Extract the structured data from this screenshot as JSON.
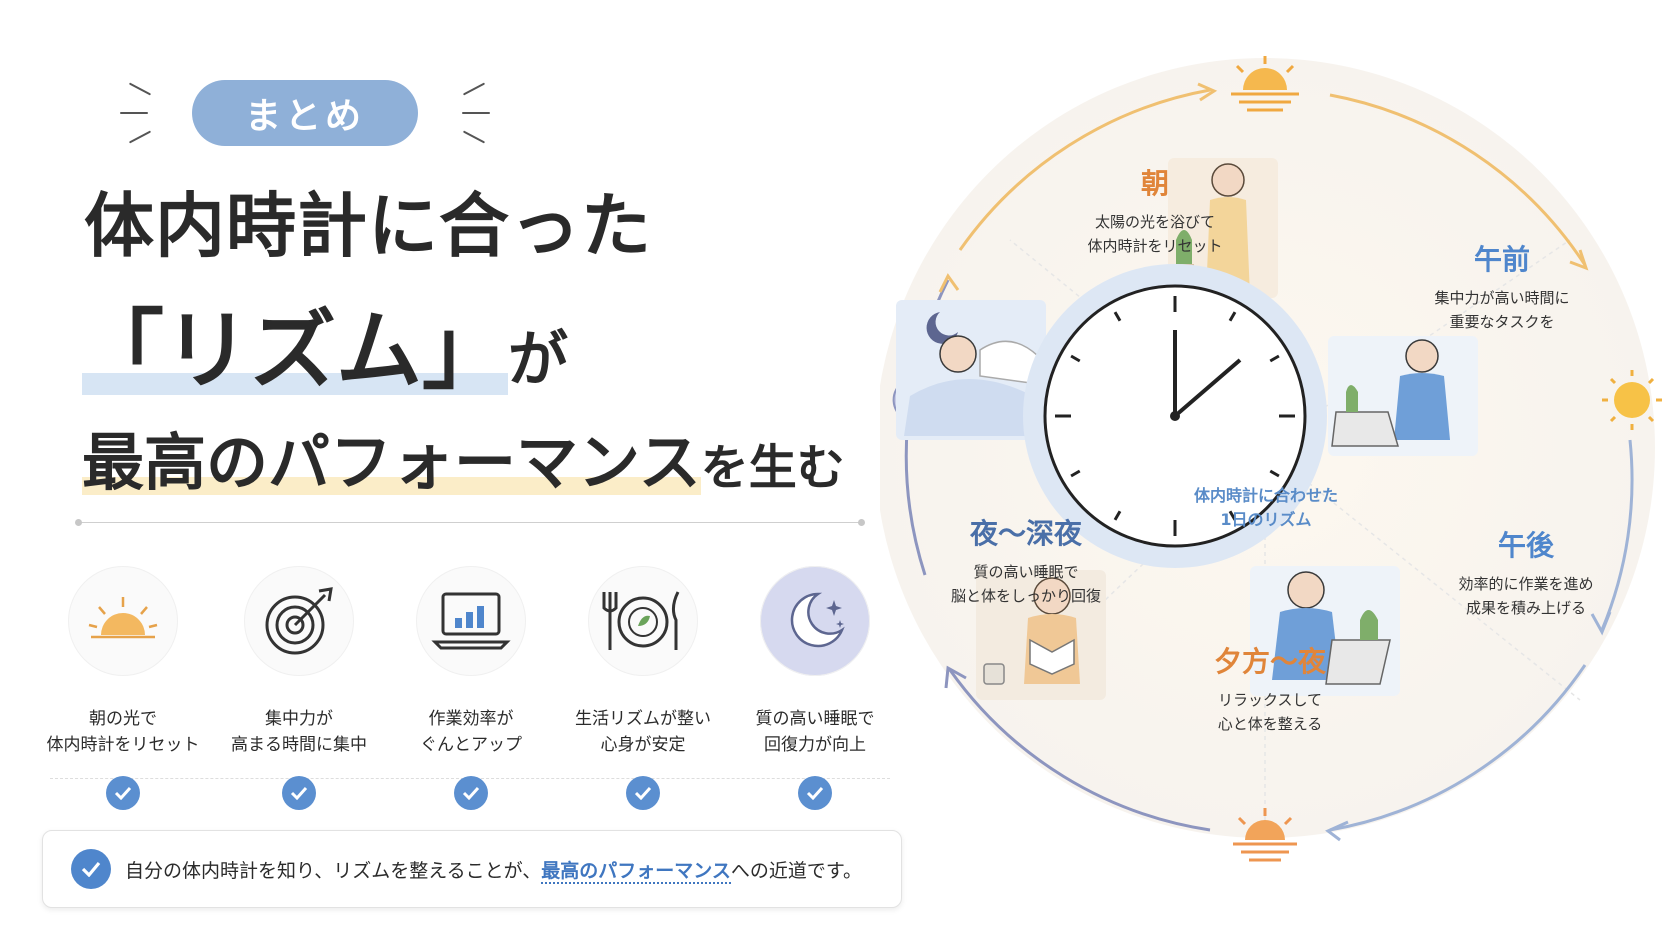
{
  "badge": "まとめ",
  "title": {
    "line1": "体内時計に合った",
    "line2_main": "「リズム」",
    "line2_tail": "が",
    "line3_main": "最高のパフォーマンス",
    "line3_tail": "を生む"
  },
  "benefits": [
    {
      "icon": "sunrise-icon",
      "label": "朝の光で\n体内時計をリセット"
    },
    {
      "icon": "target-icon",
      "label": "集中力が\n高まる時間に集中"
    },
    {
      "icon": "laptop-chart-icon",
      "label": "作業効率が\nぐんとアップ"
    },
    {
      "icon": "plate-fork-knife-icon",
      "label": "生活リズムが整い\n心身が安定"
    },
    {
      "icon": "moon-stars-icon",
      "label": "質の高い睡眠で\n回復力が向上"
    }
  ],
  "summary": {
    "before": "自分の体内時計を知り、リズムを整えることが、",
    "emphasis": "最高のパフォーマンス",
    "after": "への近道です。"
  },
  "cycle": {
    "clock_caption": "体内時計に合わせた\n1日のリズム",
    "phases": [
      {
        "key": "morning",
        "title": "朝",
        "desc": "太陽の光を浴びて\n体内時計をリセット",
        "color": "#e0853a"
      },
      {
        "key": "forenoon",
        "title": "午前",
        "desc": "集中力が高い時間に\n重要なタスクを",
        "color": "#4f86cc"
      },
      {
        "key": "afternoon",
        "title": "午後",
        "desc": "効率的に作業を進め\n成果を積み上げる",
        "color": "#4f86cc"
      },
      {
        "key": "evening",
        "title": "夕方〜夜",
        "desc": "リラックスして\n心と体を整える",
        "color": "#e0853a"
      },
      {
        "key": "night",
        "title": "夜〜深夜",
        "desc": "質の高い睡眠で\n脳と体をしっかり回復",
        "color": "#4a6fa8"
      }
    ]
  },
  "colors": {
    "accent_blue": "#4f86cc",
    "accent_orange": "#e0853a",
    "badge_bg": "#8fb0d8",
    "sun_yellow": "#f5c150"
  }
}
